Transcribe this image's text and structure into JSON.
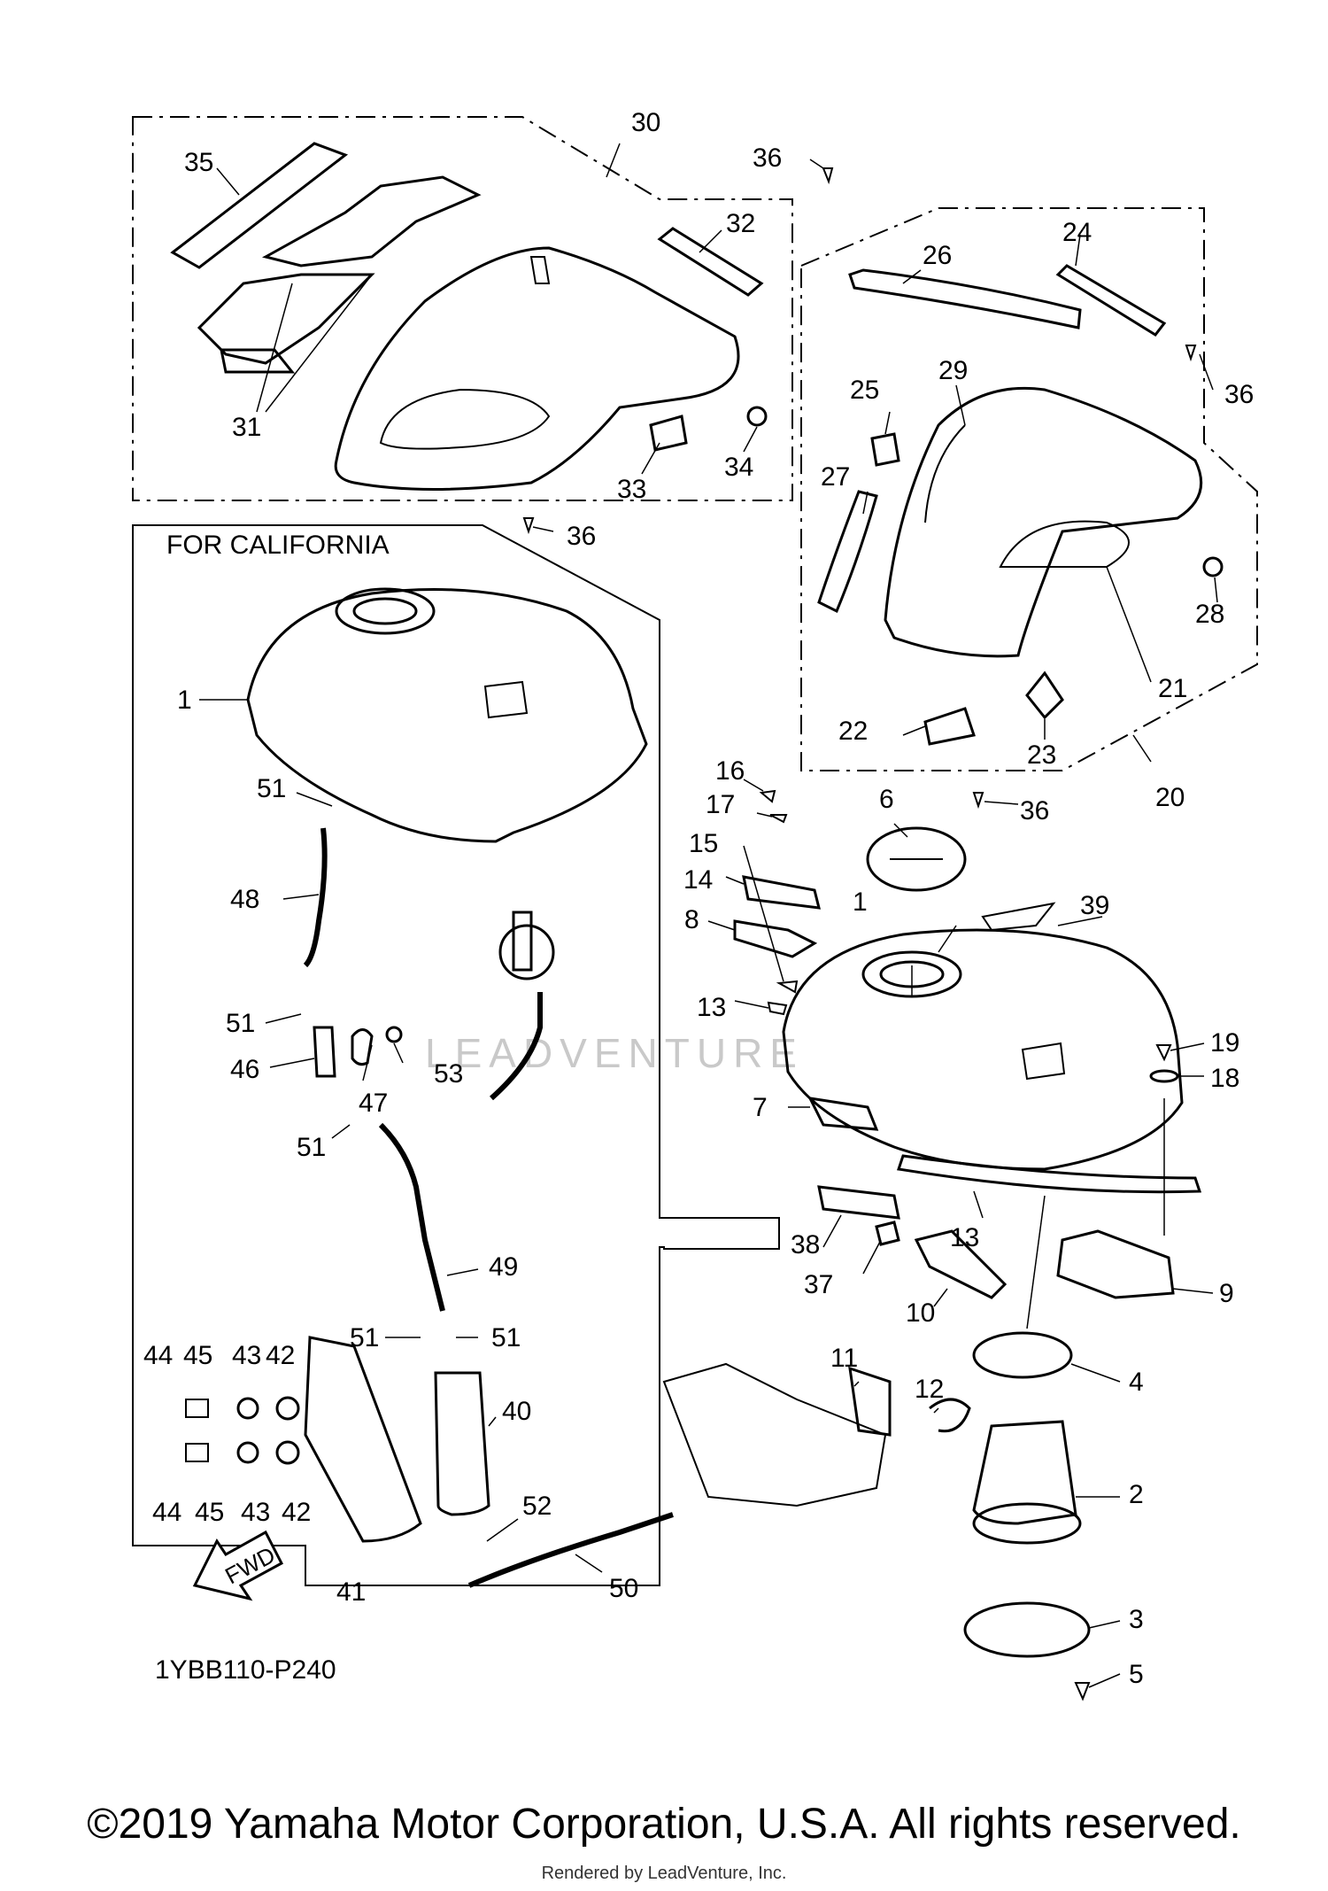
{
  "diagram": {
    "callouts": [
      {
        "id": "c30",
        "text": "30"
      },
      {
        "id": "c35",
        "text": "35"
      },
      {
        "id": "c36a",
        "text": "36"
      },
      {
        "id": "c32",
        "text": "32"
      },
      {
        "id": "c31",
        "text": "31"
      },
      {
        "id": "c33",
        "text": "33"
      },
      {
        "id": "c34",
        "text": "34"
      },
      {
        "id": "c36b",
        "text": "36"
      },
      {
        "id": "c26",
        "text": "26"
      },
      {
        "id": "c24",
        "text": "24"
      },
      {
        "id": "c36c",
        "text": "36"
      },
      {
        "id": "c25",
        "text": "25"
      },
      {
        "id": "c29",
        "text": "29"
      },
      {
        "id": "c27",
        "text": "27"
      },
      {
        "id": "c28",
        "text": "28"
      },
      {
        "id": "c21",
        "text": "21"
      },
      {
        "id": "c22",
        "text": "22"
      },
      {
        "id": "c23",
        "text": "23"
      },
      {
        "id": "c20",
        "text": "20"
      },
      {
        "id": "c36d",
        "text": "36"
      },
      {
        "id": "c1a",
        "text": "1"
      },
      {
        "id": "c51a",
        "text": "51"
      },
      {
        "id": "c48",
        "text": "48"
      },
      {
        "id": "c51b",
        "text": "51"
      },
      {
        "id": "c46",
        "text": "46"
      },
      {
        "id": "c47",
        "text": "47"
      },
      {
        "id": "c53",
        "text": "53"
      },
      {
        "id": "c51c",
        "text": "51"
      },
      {
        "id": "c49",
        "text": "49"
      },
      {
        "id": "c51d",
        "text": "51"
      },
      {
        "id": "c51e",
        "text": "51"
      },
      {
        "id": "c44a",
        "text": "44"
      },
      {
        "id": "c45a",
        "text": "45"
      },
      {
        "id": "c43a",
        "text": "43"
      },
      {
        "id": "c42a",
        "text": "42"
      },
      {
        "id": "c40",
        "text": "40"
      },
      {
        "id": "c44b",
        "text": "44"
      },
      {
        "id": "c45b",
        "text": "45"
      },
      {
        "id": "c43b",
        "text": "43"
      },
      {
        "id": "c42b",
        "text": "42"
      },
      {
        "id": "c52",
        "text": "52"
      },
      {
        "id": "c41",
        "text": "41"
      },
      {
        "id": "c50",
        "text": "50"
      },
      {
        "id": "c16",
        "text": "16"
      },
      {
        "id": "c17",
        "text": "17"
      },
      {
        "id": "c15",
        "text": "15"
      },
      {
        "id": "c14",
        "text": "14"
      },
      {
        "id": "c6",
        "text": "6"
      },
      {
        "id": "c1b",
        "text": "1"
      },
      {
        "id": "c39",
        "text": "39"
      },
      {
        "id": "c8",
        "text": "8"
      },
      {
        "id": "c13a",
        "text": "13"
      },
      {
        "id": "c19",
        "text": "19"
      },
      {
        "id": "c18",
        "text": "18"
      },
      {
        "id": "c7",
        "text": "7"
      },
      {
        "id": "c38",
        "text": "38"
      },
      {
        "id": "c13b",
        "text": "13"
      },
      {
        "id": "c37",
        "text": "37"
      },
      {
        "id": "c10",
        "text": "10"
      },
      {
        "id": "c9",
        "text": "9"
      },
      {
        "id": "c4",
        "text": "4"
      },
      {
        "id": "c11",
        "text": "11"
      },
      {
        "id": "c12",
        "text": "12"
      },
      {
        "id": "c2",
        "text": "2"
      },
      {
        "id": "c3",
        "text": "3"
      },
      {
        "id": "c5",
        "text": "5"
      }
    ],
    "section_label": "FOR CALIFORNIA",
    "diagram_code": "1YBB110-P240",
    "fwd_label": "FWD",
    "watermark": "LEADVENTURE",
    "copyright": "©2019 Yamaha Motor Corporation, U.S.A. All rights reserved.",
    "rendered_by": "Rendered by LeadVenture, Inc."
  }
}
